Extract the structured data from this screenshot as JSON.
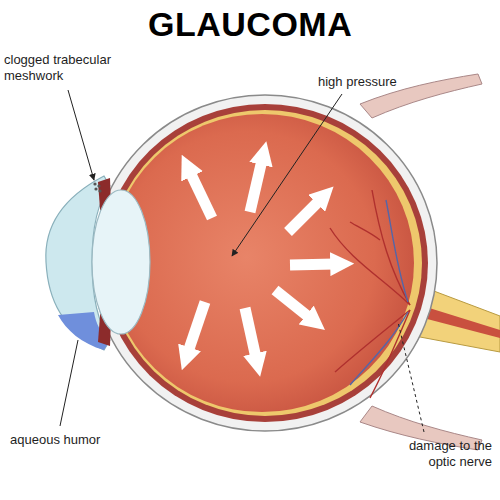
{
  "diagram": {
    "title": "GLAUCOMA",
    "labels": [
      "clogged trabecular meshwork",
      "high pressure",
      "aqueous humor",
      "damage to the optic nerve"
    ]
  }
}
